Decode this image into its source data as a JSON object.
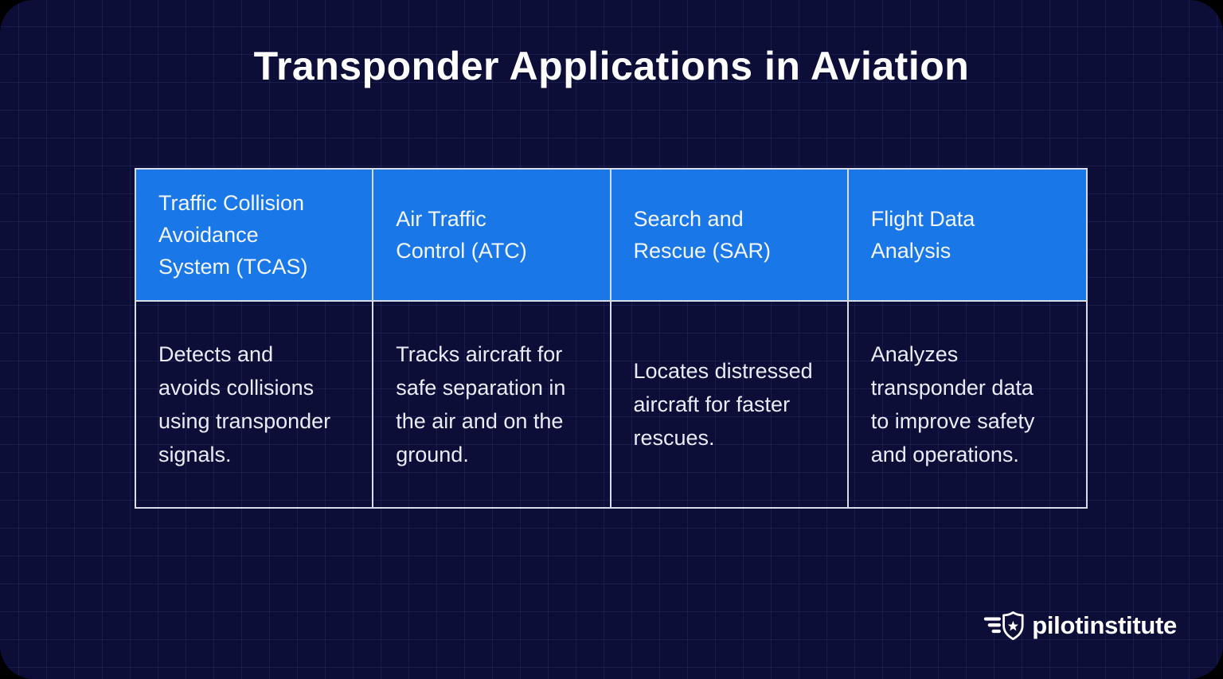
{
  "page": {
    "title": "Transponder Applications in Aviation"
  },
  "colors": {
    "card_background": "#0c0e38",
    "grid_line": "rgba(110,122,200,0.13)",
    "header_blue": "#1a77e8",
    "table_border": "#d7dce9",
    "title_text": "#fdfdfe",
    "cell_text": "#e9ecf6"
  },
  "table": {
    "columns": [
      {
        "header": "Traffic Collision\nAvoidance\nSystem (TCAS)",
        "body": "Detects and\navoids collisions\nusing transponder\nsignals."
      },
      {
        "header": "Air Traffic\nControl (ATC)",
        "body": "Tracks aircraft for\nsafe separation in\nthe air and on the\nground."
      },
      {
        "header": "Search and\nRescue (SAR)",
        "body": "Locates distressed\naircraft for faster\nrescues."
      },
      {
        "header": "Flight Data\nAnalysis",
        "body": "Analyzes\ntransponder data\nto improve safety\nand operations."
      }
    ]
  },
  "footer": {
    "logo_text": "pilotinstitute",
    "logo_icon": "winged-shield-star-icon"
  }
}
